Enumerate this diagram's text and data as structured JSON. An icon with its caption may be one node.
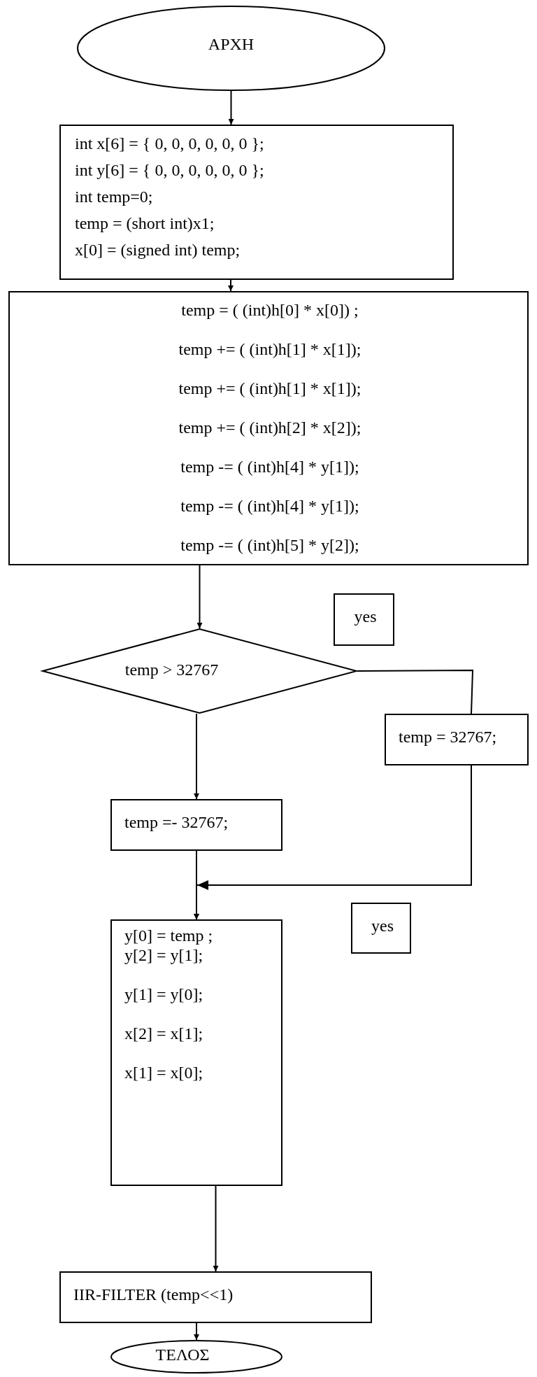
{
  "diagram": {
    "nodes": [
      {
        "text": [
          "ΑΡΧΗ"
        ]
      },
      {
        "text": [
          "int x[6] = { 0, 0, 0, 0, 0, 0 };",
          "int y[6] = { 0, 0, 0, 0, 0, 0 };",
          "int temp=0;",
          "temp = (short int)x1;",
          "x[0] = (signed int) temp;"
        ]
      },
      {
        "text": [
          "temp = ( (int)h[0] * x[0]) ;",
          "temp += ( (int)h[1] * x[1]);",
          "temp += ( (int)h[1] * x[1]);",
          "temp += ( (int)h[2] * x[2]);",
          "temp -= ( (int)h[4] * y[1]);",
          "temp -= ( (int)h[4] * y[1]);",
          "temp -= ( (int)h[5] * y[2]);"
        ]
      },
      {
        "text": [
          "yes"
        ]
      },
      {
        "text": [
          "temp > 32767"
        ]
      },
      {
        "text": [
          "temp = 32767;"
        ]
      },
      {
        "text": [
          "temp =- 32767;"
        ]
      },
      {
        "text": [
          "yes"
        ]
      },
      {
        "text": [
          "y[0] = temp ;",
          "y[2] = y[1];",
          "y[1] = y[0];",
          "x[2] = x[1];",
          "x[1] = x[0];"
        ]
      },
      {
        "text": [
          "IIR-FILTER (temp<<1)"
        ]
      },
      {
        "text": [
          "ΤΕΛΟΣ"
        ]
      }
    ],
    "edges": [
      {
        "from": 0,
        "to": 1,
        "arrow": "to"
      },
      {
        "from": 1,
        "to": 2,
        "arrow": "to"
      },
      {
        "from": 2,
        "to": 4,
        "arrow": "to"
      },
      {
        "from": 4,
        "to": 5,
        "arrow": "none"
      },
      {
        "from": 4,
        "to": 6,
        "arrow": "to"
      },
      {
        "from": 6,
        "to": 8,
        "arrow": "to"
      },
      {
        "from": 5,
        "to": 8,
        "arrow": "to"
      },
      {
        "from": 8,
        "to": 9,
        "arrow": "to"
      },
      {
        "from": 9,
        "to": 10,
        "arrow": "to"
      }
    ]
  }
}
